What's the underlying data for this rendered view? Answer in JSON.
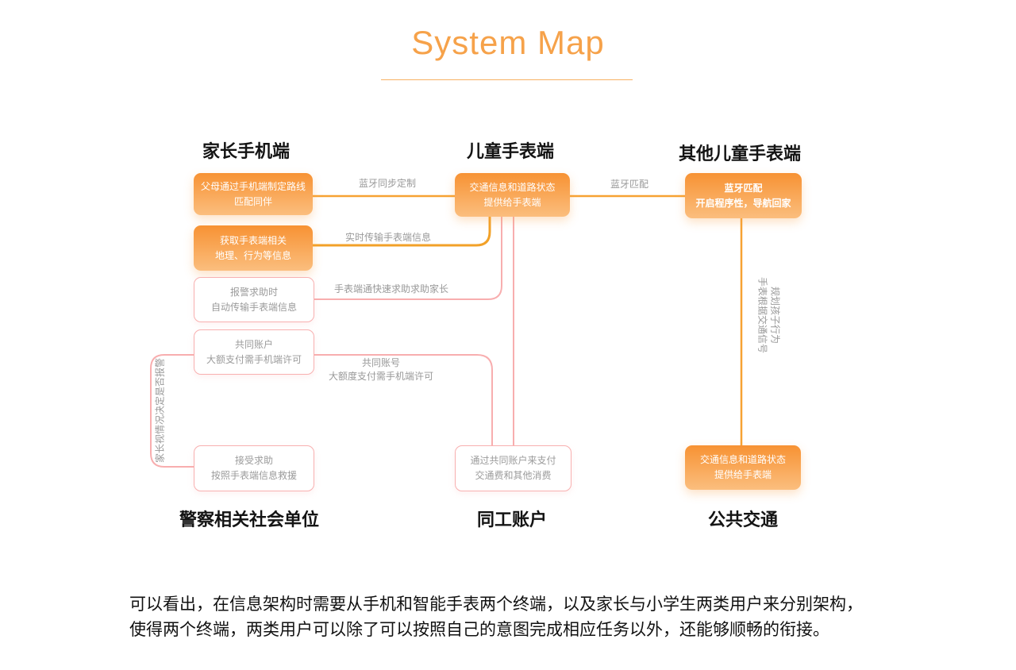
{
  "title": "System Map",
  "headers": {
    "parent_phone": "家长手机端",
    "child_watch": "儿童手表端",
    "other_child_watch": "其他儿童手表端",
    "police_unit": "警察相关社会单位",
    "joint_account": "同工账户",
    "public_transport": "公共交通"
  },
  "nodes": {
    "route_plan": {
      "line1": "父母通过手机端制定路线",
      "line2": "匹配同伴"
    },
    "get_watch_info": {
      "line1": "获取手表端相关",
      "line2": "地理、行为等信息"
    },
    "alarm_help": {
      "line1": "报警求助时",
      "line2": "自动传输手表端信息"
    },
    "joint_account_pay": {
      "line1": "共同账户",
      "line2": "大额支付需手机端许可"
    },
    "accept_help": {
      "line1": "接受求助",
      "line2": "按照手表端信息救援"
    },
    "traffic_to_watch": {
      "line1": "交通信息和道路状态",
      "line2": "提供给手表端"
    },
    "pay_via_joint": {
      "line1": "通过共同账户来支付",
      "line2": "交通费和其他消费"
    },
    "bt_match_nav": {
      "line1": "蓝牙匹配",
      "line2": "开启程序性，导航回家"
    },
    "traffic_from_public": {
      "line1": "交通信息和道路状态",
      "line2": "提供给手表端"
    }
  },
  "edge_labels": {
    "bt_sync": "蓝牙同步定制",
    "realtime_transfer": "实时传输手表端信息",
    "quick_help": "手表端通快速求助求助家长",
    "joint_account_line1": "共同账号",
    "joint_account_line2": "大额度支付需手机端许可",
    "bt_match": "蓝牙匹配",
    "watch_plan_line1": "手表根据交通信号",
    "watch_plan_line2": "规划孩子行为",
    "parent_decide": "家长视情况决定是否报警"
  },
  "footer": {
    "line1": "可以看出，在信息架构时需要从手机和智能手表两个终端，以及家长与小学生两类用户来分别架构，",
    "line2": "使得两个终端，两类用户可以除了可以按照自己的意图完成相应任务以外，还能够顺畅的衔接。"
  },
  "colors": {
    "title_orange": "#F6A24A",
    "line_orange": "#F7A233",
    "line_pink": "#F8AEAF",
    "box_gradient_top": "#F79233",
    "box_gradient_bottom": "#FBBE7E",
    "label_gray": "#999999"
  }
}
